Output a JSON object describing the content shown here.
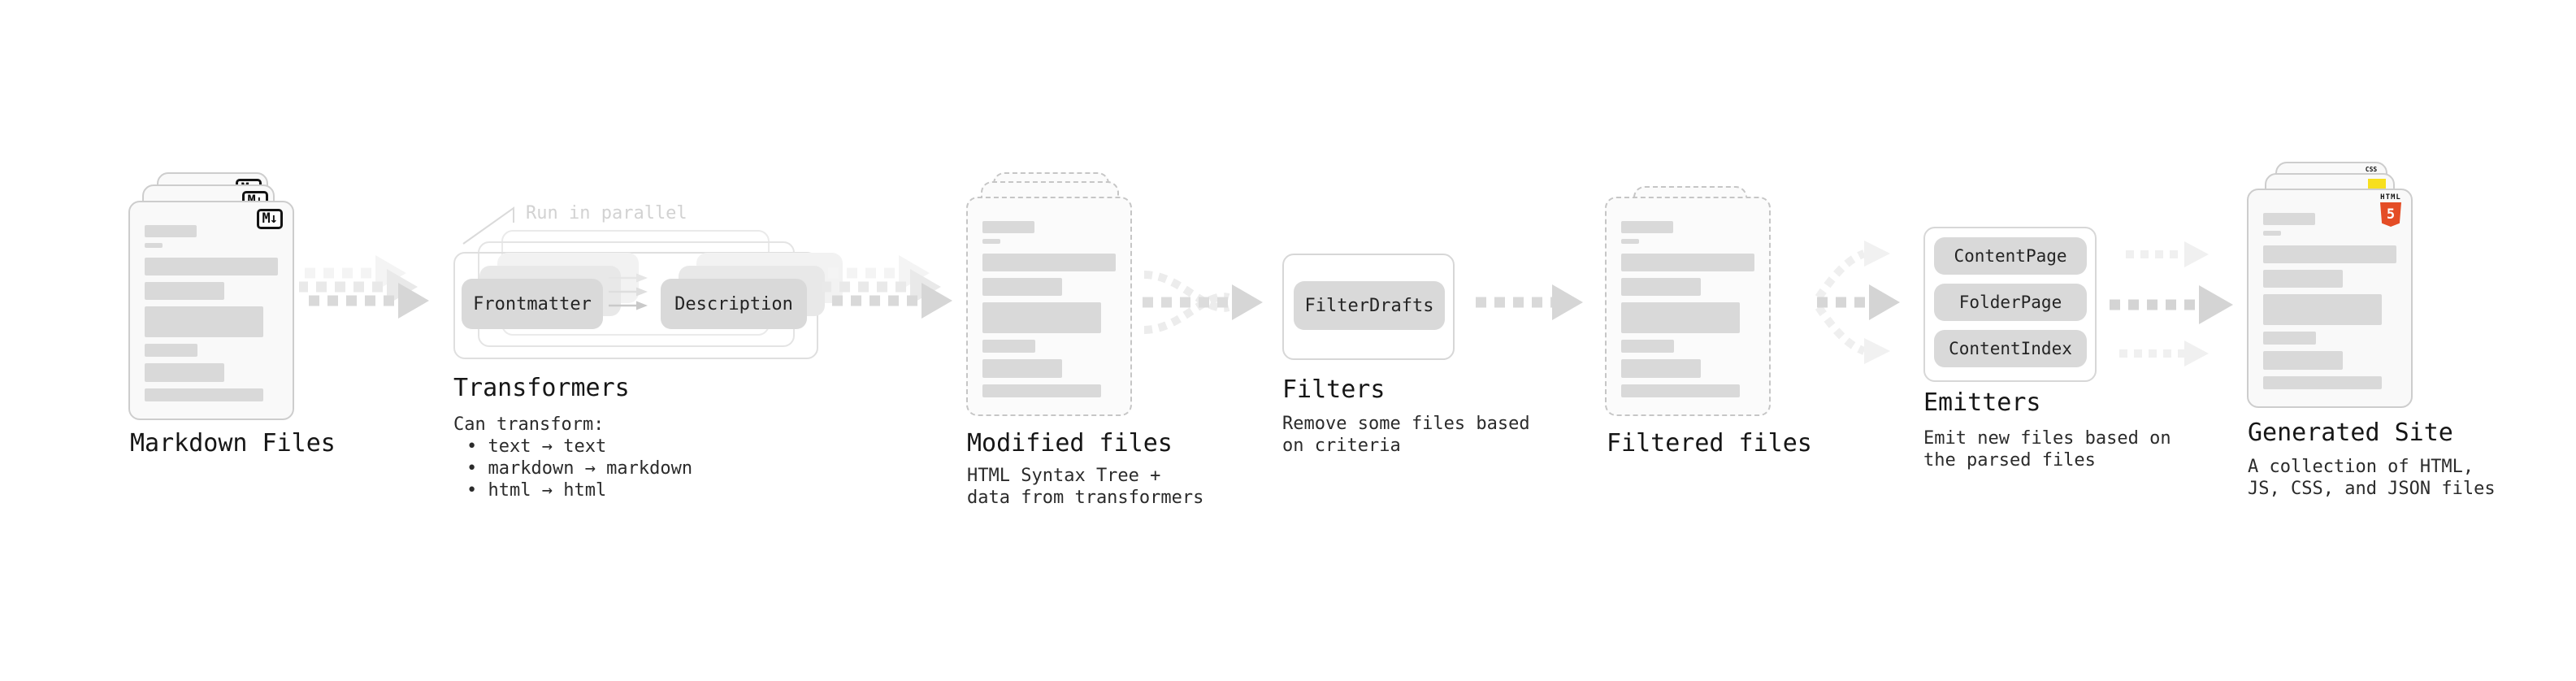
{
  "stages": {
    "markdown_files": {
      "label": "Markdown Files",
      "badge": "M↓"
    },
    "transformers": {
      "annotation": "Run in parallel",
      "node_left": "Frontmatter",
      "node_right": "Description",
      "label": "Transformers",
      "desc": "Can transform:",
      "bullets": [
        "• text → text",
        "• markdown → markdown",
        "• html → html"
      ]
    },
    "modified_files": {
      "label": "Modified files",
      "desc_line1": "HTML Syntax Tree +",
      "desc_line2": "data from transformers"
    },
    "filters": {
      "node": "FilterDrafts",
      "label": "Filters",
      "desc_line1": "Remove some files based",
      "desc_line2": "on criteria"
    },
    "filtered_files": {
      "label": "Filtered files"
    },
    "emitters": {
      "nodes": [
        "ContentPage",
        "FolderPage",
        "ContentIndex"
      ],
      "label": "Emitters",
      "desc_line1": "Emit new files based on",
      "desc_line2": "the parsed files"
    },
    "generated_site": {
      "label": "Generated Site",
      "desc_line1": "A collection of HTML,",
      "desc_line2": "JS, CSS, and JSON files",
      "badge_html_caption": "HTML",
      "badge_html_number": "5",
      "badge_css": "CSS"
    }
  },
  "colors": {
    "html5_orange": "#e44d26",
    "js_yellow": "#f7df1e",
    "css_blue": "#2965f1",
    "node_fill": "#d9d9d9",
    "arrow_bold": "#d6d6d6",
    "arrow_faint": "#eeeeee",
    "annotation_text": "#d2d2d2",
    "text": "#1f1f1f"
  }
}
